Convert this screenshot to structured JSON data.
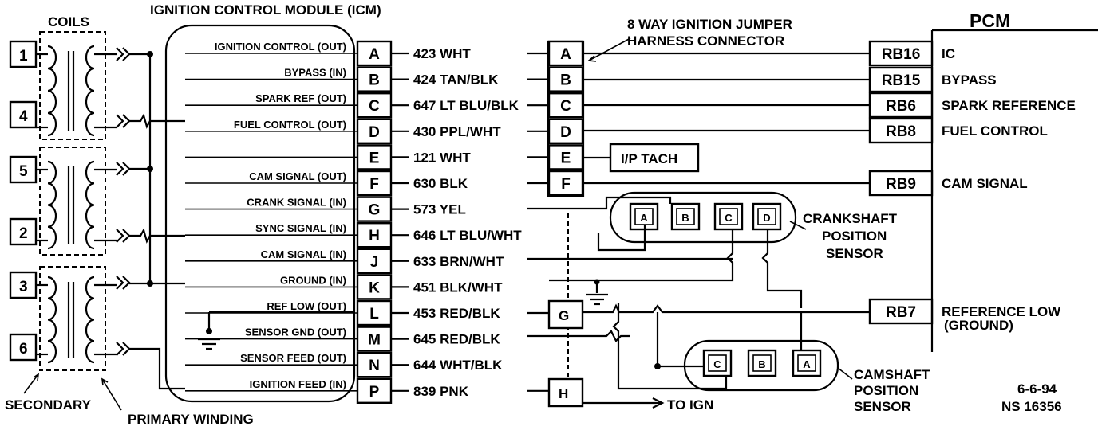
{
  "titles": {
    "icm": "IGNITION CONTROL MODULE (ICM)",
    "pcm": "PCM",
    "coils": "COILS",
    "jumper_line1": "8 WAY IGNITION JUMPER",
    "jumper_line2": "HARNESS CONNECTOR",
    "secondary": "SECONDARY",
    "primary": "PRIMARY WINDING",
    "to_ign": "TO IGN",
    "date": "6-6-94",
    "ref_code": "NS 16356"
  },
  "coils": [
    "1",
    "4",
    "5",
    "2",
    "3",
    "6"
  ],
  "icm_pins": [
    {
      "label": "IGNITION CONTROL (OUT)",
      "pin": "A",
      "wire": "423 WHT"
    },
    {
      "label": "BYPASS (IN)",
      "pin": "B",
      "wire": "424 TAN/BLK"
    },
    {
      "label": "SPARK REF (OUT)",
      "pin": "C",
      "wire": "647 LT BLU/BLK"
    },
    {
      "label": "FUEL CONTROL (OUT)",
      "pin": "D",
      "wire": "430 PPL/WHT"
    },
    {
      "label": "",
      "pin": "E",
      "wire": "121 WHT"
    },
    {
      "label": "CAM SIGNAL (OUT)",
      "pin": "F",
      "wire": "630 BLK"
    },
    {
      "label": "CRANK SIGNAL (IN)",
      "pin": "G",
      "wire": "573 YEL"
    },
    {
      "label": "SYNC SIGNAL (IN)",
      "pin": "H",
      "wire": "646 LT BLU/WHT"
    },
    {
      "label": "CAM SIGNAL (IN)",
      "pin": "J",
      "wire": "633 BRN/WHT"
    },
    {
      "label": "GROUND (IN)",
      "pin": "K",
      "wire": "451 BLK/WHT"
    },
    {
      "label": "REF LOW (OUT)",
      "pin": "L",
      "wire": "453 RED/BLK"
    },
    {
      "label": "SENSOR GND (OUT)",
      "pin": "M",
      "wire": "645 RED/BLK"
    },
    {
      "label": "SENSOR FEED (OUT)",
      "pin": "N",
      "wire": "644 WHT/BLK"
    },
    {
      "label": "IGNITION FEED (IN)",
      "pin": "P",
      "wire": "839 PNK"
    }
  ],
  "jumper_pins": [
    "A",
    "B",
    "C",
    "D",
    "E",
    "F",
    "G",
    "H"
  ],
  "ip_tach": "I/P TACH",
  "pcm_pins": [
    {
      "pin": "RB16",
      "label": "IC"
    },
    {
      "pin": "RB15",
      "label": "BYPASS"
    },
    {
      "pin": "RB6",
      "label": "SPARK REFERENCE"
    },
    {
      "pin": "RB8",
      "label": "FUEL CONTROL"
    },
    {
      "pin": "RB9",
      "label": "CAM SIGNAL"
    },
    {
      "pin": "RB7",
      "label": "REFERENCE LOW"
    }
  ],
  "pcm_ref_low_sub": "(GROUND)",
  "crank_sensor": {
    "pins": [
      "A",
      "B",
      "C",
      "D"
    ],
    "line1": "CRANKSHAFT",
    "line2": "POSITION",
    "line3": "SENSOR"
  },
  "cam_sensor": {
    "pins": [
      "C",
      "B",
      "A"
    ],
    "line1": "CAMSHAFT",
    "line2": "POSITION",
    "line3": "SENSOR"
  }
}
